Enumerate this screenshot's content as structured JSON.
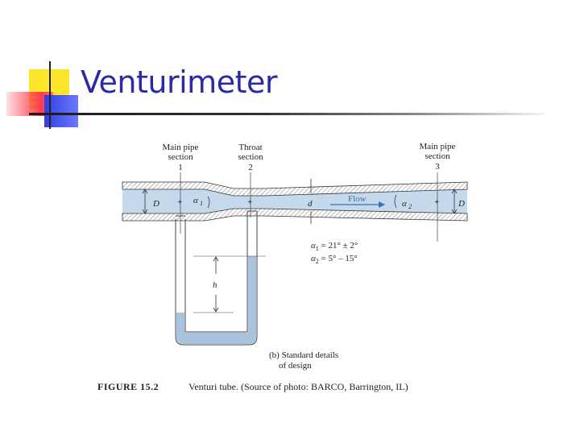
{
  "slide": {
    "title": "Venturimeter"
  },
  "figure": {
    "labels": {
      "main_pipe_1": [
        "Main pipe",
        "section",
        "1"
      ],
      "throat_2": [
        "Throat",
        "section",
        "2"
      ],
      "main_pipe_3": [
        "Main pipe",
        "section",
        "3"
      ],
      "diameter_main": "D",
      "diameter_throat": "d",
      "flow": "Flow",
      "alpha1": "α",
      "alpha1_sub": "1",
      "alpha2": "α",
      "alpha2_sub": "2",
      "height": "h"
    },
    "angles": {
      "a1_lhs": "α",
      "a1_sub": "1",
      "a1_rhs": " = 21° ± 2°",
      "a2_lhs": "α",
      "a2_sub": "2",
      "a2_rhs": " = 5° – 15°"
    },
    "subcaption": [
      "(b) Standard details",
      "of design"
    ],
    "caption_number": "FIGURE 15.2",
    "caption_text": "Venturi tube. (Source of photo: BARCO, Barrington, IL)"
  },
  "colors": {
    "title": "#2a2aa8",
    "fluid": "#c5d9ec",
    "fluid_dark": "#a9c3de",
    "flow_arrow": "#3a6fb0"
  }
}
